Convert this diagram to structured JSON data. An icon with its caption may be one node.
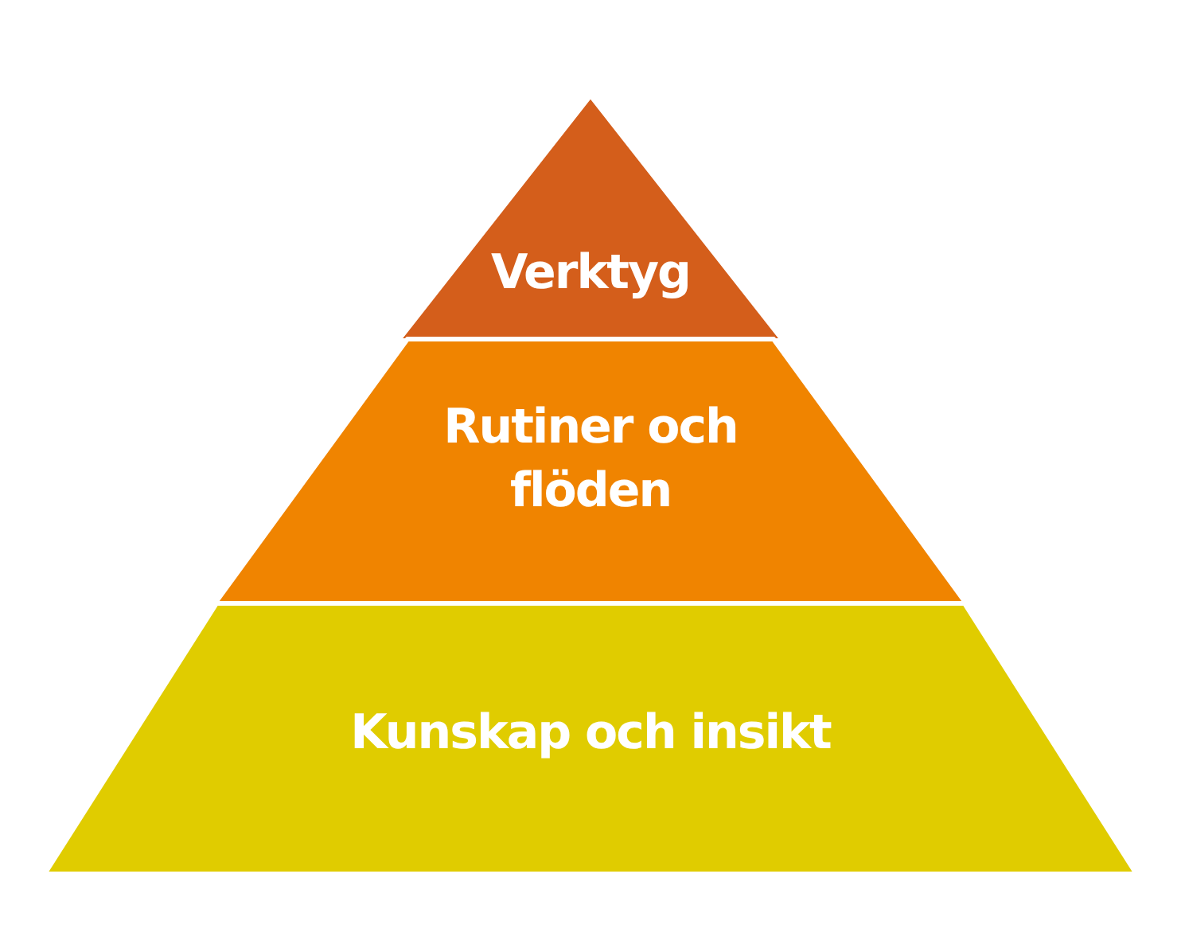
{
  "diagram": {
    "nodes": [
      {
        "text": [
          "Verktyg"
        ]
      },
      {
        "text": [
          "Rutiner och flöden"
        ]
      },
      {
        "text": [
          "Kunskap och insikt"
        ]
      }
    ]
  }
}
